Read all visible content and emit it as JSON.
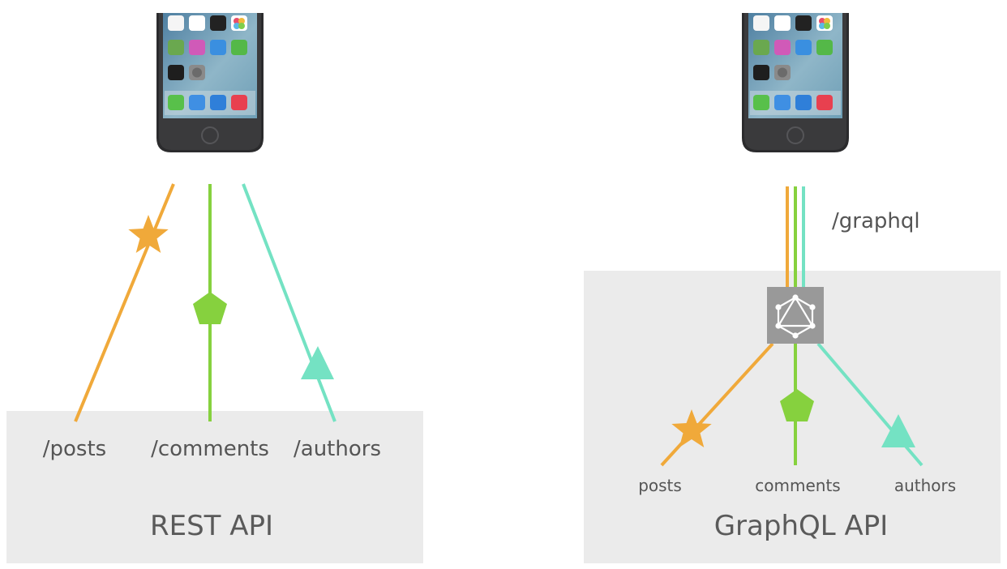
{
  "colors": {
    "posts": "#F0A93A",
    "comments": "#86D13E",
    "authors": "#74E2C3",
    "panel": "#EBEBEB",
    "graphql_box": "#999999",
    "text": "#555555"
  },
  "rest": {
    "title": "REST API",
    "endpoints": [
      {
        "label": "/posts",
        "color_key": "posts",
        "marker": "star"
      },
      {
        "label": "/comments",
        "color_key": "comments",
        "marker": "pentagon"
      },
      {
        "label": "/authors",
        "color_key": "authors",
        "marker": "triangle"
      }
    ]
  },
  "graphql": {
    "title": "GraphQL API",
    "endpoint_label": "/graphql",
    "logo_icon": "graphql-logo-icon",
    "fields": [
      {
        "label": "posts",
        "color_key": "posts",
        "marker": "star"
      },
      {
        "label": "comments",
        "color_key": "comments",
        "marker": "pentagon"
      },
      {
        "label": "authors",
        "color_key": "authors",
        "marker": "triangle"
      }
    ]
  },
  "devices": {
    "icon": "smartphone-icon"
  }
}
